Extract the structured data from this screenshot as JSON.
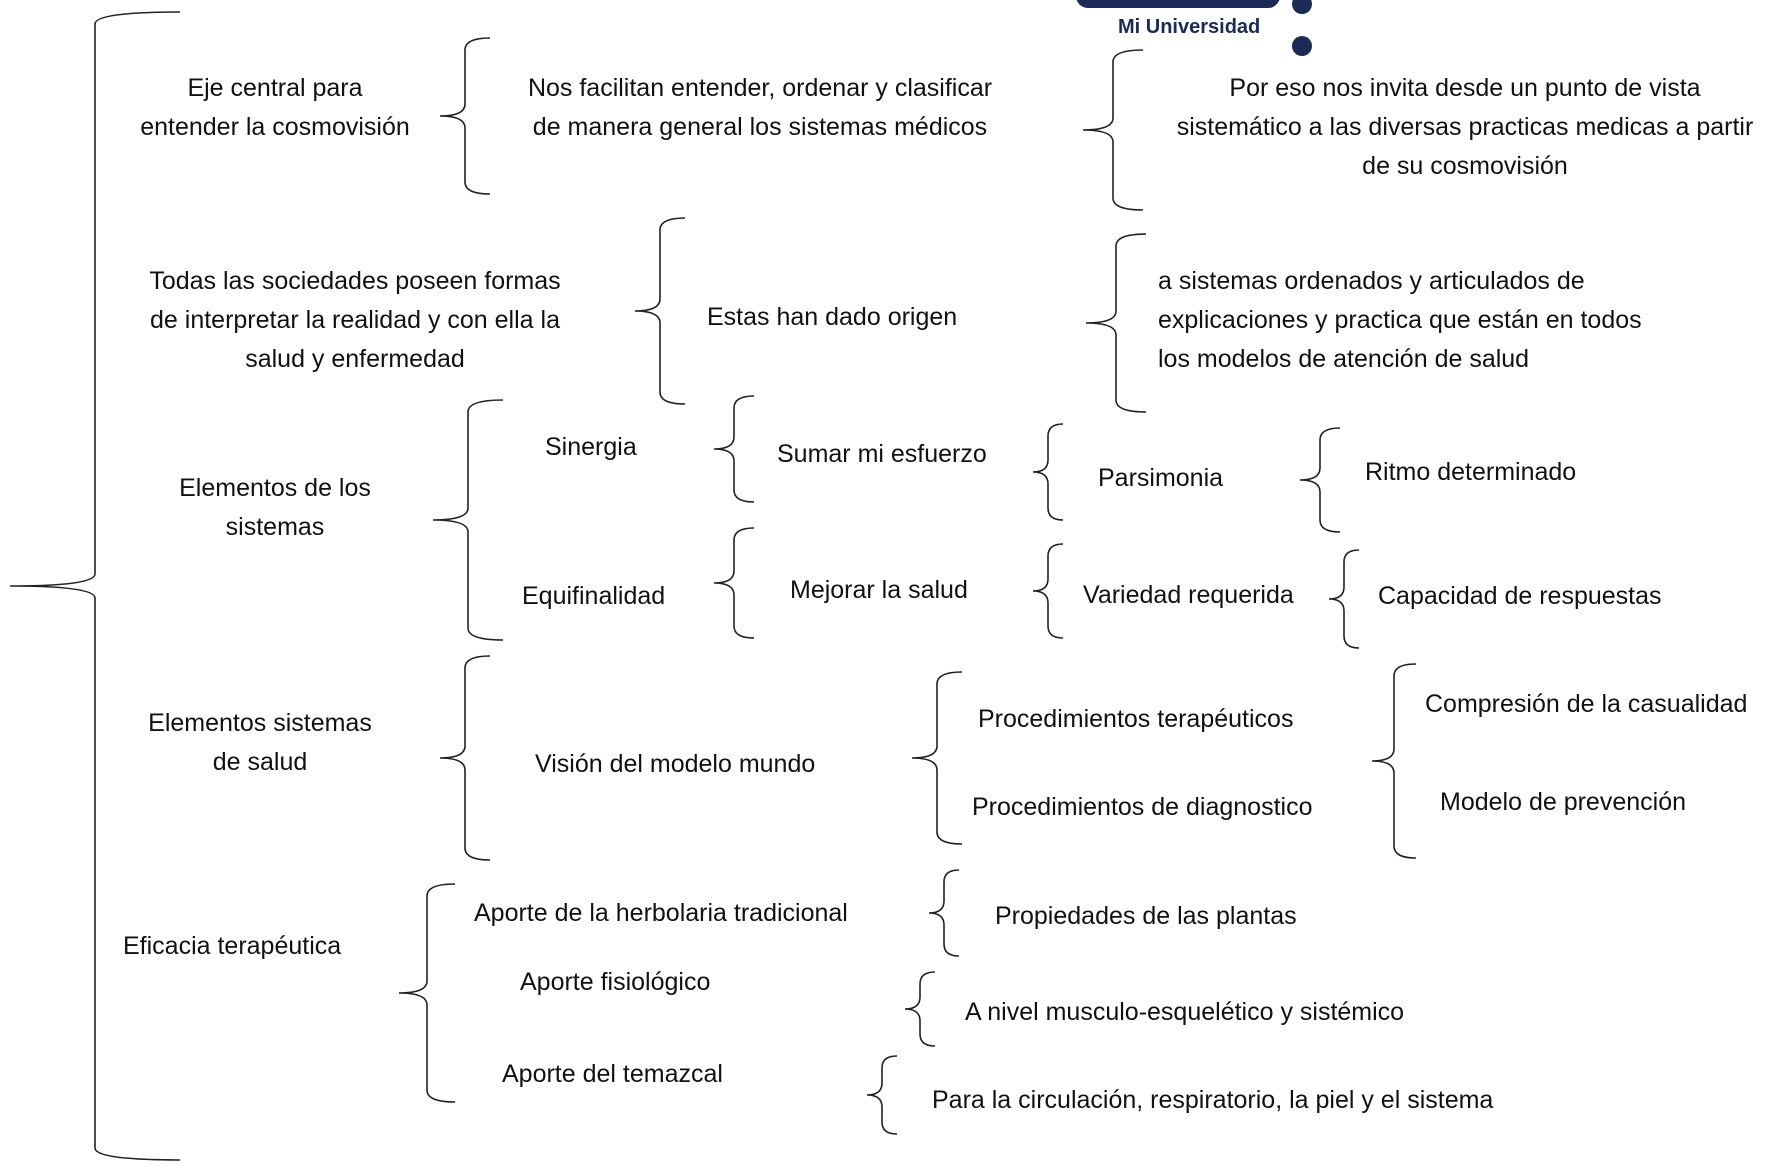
{
  "logo": {
    "text": "Mi Universidad"
  },
  "rows": {
    "r1": {
      "topic": "Eje central para\nentender la cosmovisión",
      "level2": "Nos facilitan entender, ordenar y clasificar\nde manera general los sistemas médicos",
      "level3": "Por eso nos invita desde un punto de vista\nsistemático a las diversas practicas medicas a partir\nde su cosmovisión"
    },
    "r2": {
      "topic": "Todas las sociedades poseen formas\nde interpretar la realidad y con ella la\nsalud y enfermedad",
      "level2": "Estas han dado origen",
      "level3": "a sistemas ordenados y articulados de\nexplicaciones y practica que están en todos\nlos modelos de atención de salud"
    },
    "r3": {
      "topic": "Elementos de los\nsistemas",
      "a": "Sinergia",
      "b": "Equifinalidad",
      "a2": "Sumar mi esfuerzo",
      "b2": "Mejorar la salud",
      "a3": "Parsimonia",
      "b3": "Variedad requerida",
      "a4": "Ritmo determinado",
      "b4": "Capacidad de respuestas"
    },
    "r4": {
      "topic": "Elementos sistemas\nde salud",
      "level2": "Visión del modelo mundo",
      "level3a": "Procedimientos terapéuticos",
      "level3b": "Procedimientos de diagnostico",
      "level4a": "Compresión de la casualidad",
      "level4b": "Modelo de prevención"
    },
    "r5": {
      "topic": "Eficacia terapéutica",
      "a": "Aporte de la herbolaria tradicional",
      "b": "Aporte fisiológico",
      "c": "Aporte del temazcal",
      "a2": "Propiedades de las plantas",
      "b2": "A nivel musculo-esquelético y sistémico",
      "c2": "Para la circulación, respiratorio, la piel y el sistema"
    }
  },
  "colors": {
    "line": "#222222",
    "text": "#111111",
    "logo": "#1b2b55"
  }
}
